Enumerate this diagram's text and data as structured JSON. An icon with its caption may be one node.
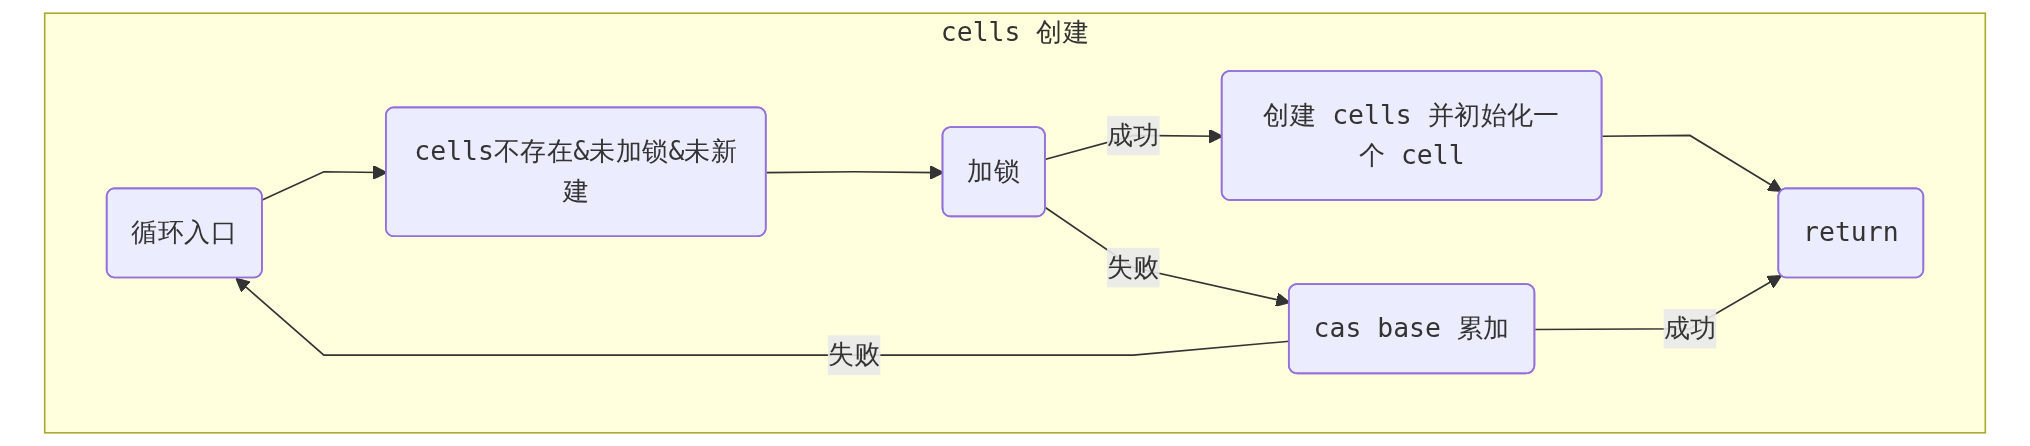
{
  "diagram": {
    "nodes": [
      {
        "text": [
          "cells 创建"
        ]
      },
      {
        "text": [
          "循环入口"
        ],
        "in": 0
      },
      {
        "text": [
          "cells不存在&未加锁&未新建"
        ],
        "in": 0
      },
      {
        "text": [
          "加锁"
        ],
        "in": 0
      },
      {
        "text": [
          "创建 cells 并初始化一个 cell"
        ],
        "in": 0
      },
      {
        "text": [
          "cas base 累加"
        ],
        "in": 0
      },
      {
        "text": [
          "return"
        ],
        "in": 0
      }
    ],
    "edges": [
      {
        "from": 1,
        "to": 2,
        "arrow": "to"
      },
      {
        "from": 2,
        "to": 3,
        "arrow": "to"
      },
      {
        "from": 3,
        "to": 4,
        "arrow": "to",
        "label": "成功"
      },
      {
        "from": 3,
        "to": 5,
        "arrow": "to",
        "label": "失败"
      },
      {
        "from": 4,
        "to": 6,
        "arrow": "to"
      },
      {
        "from": 5,
        "to": 6,
        "arrow": "to",
        "label": "成功"
      },
      {
        "from": 5,
        "to": 1,
        "arrow": "to",
        "label": "失败"
      }
    ]
  }
}
